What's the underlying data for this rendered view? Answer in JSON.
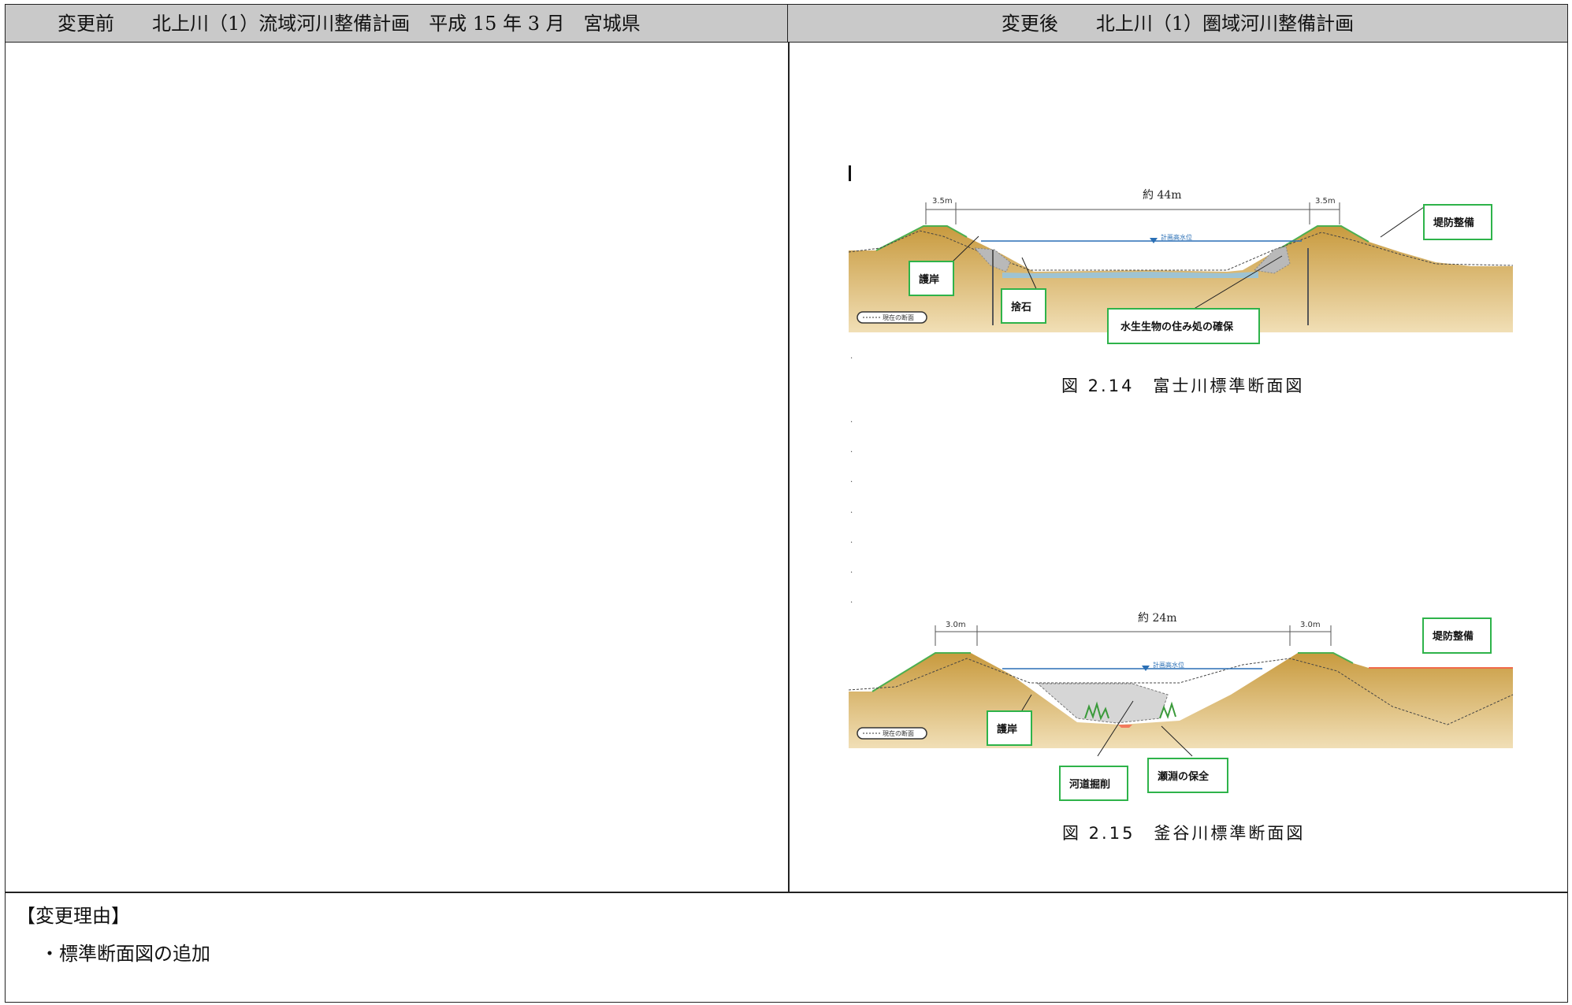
{
  "header": {
    "left": "変更前　　北上川（1）流域河川整備計画　平成 15 年 3 月　宮城県",
    "right": "変更後　　北上川（1）圏域河川整備計画"
  },
  "figure1": {
    "width_label": "約 44m",
    "crown_left": "3.5m",
    "crown_right": "3.5m",
    "water_level": "計画高水位",
    "labels": {
      "levee": "堤防整備",
      "revetment": "護岸",
      "boulders": "捨石",
      "habitat": "水生生物の住み処の確保",
      "legend": "現在の断面"
    },
    "caption": "図 2.14　富士川標準断面図"
  },
  "figure2": {
    "width_label": "約 24m",
    "crown_left": "3.0m",
    "crown_right": "3.0m",
    "water_level": "計画高水位",
    "labels": {
      "levee": "堤防整備",
      "revetment": "護岸",
      "excavation": "河道掘削",
      "shallows": "瀬淵の保全",
      "legend": "現在の断面"
    },
    "caption": "図 2.15　釜谷川標準断面図"
  },
  "reason": {
    "title": "【変更理由】",
    "item": "・標準断面図の追加"
  }
}
